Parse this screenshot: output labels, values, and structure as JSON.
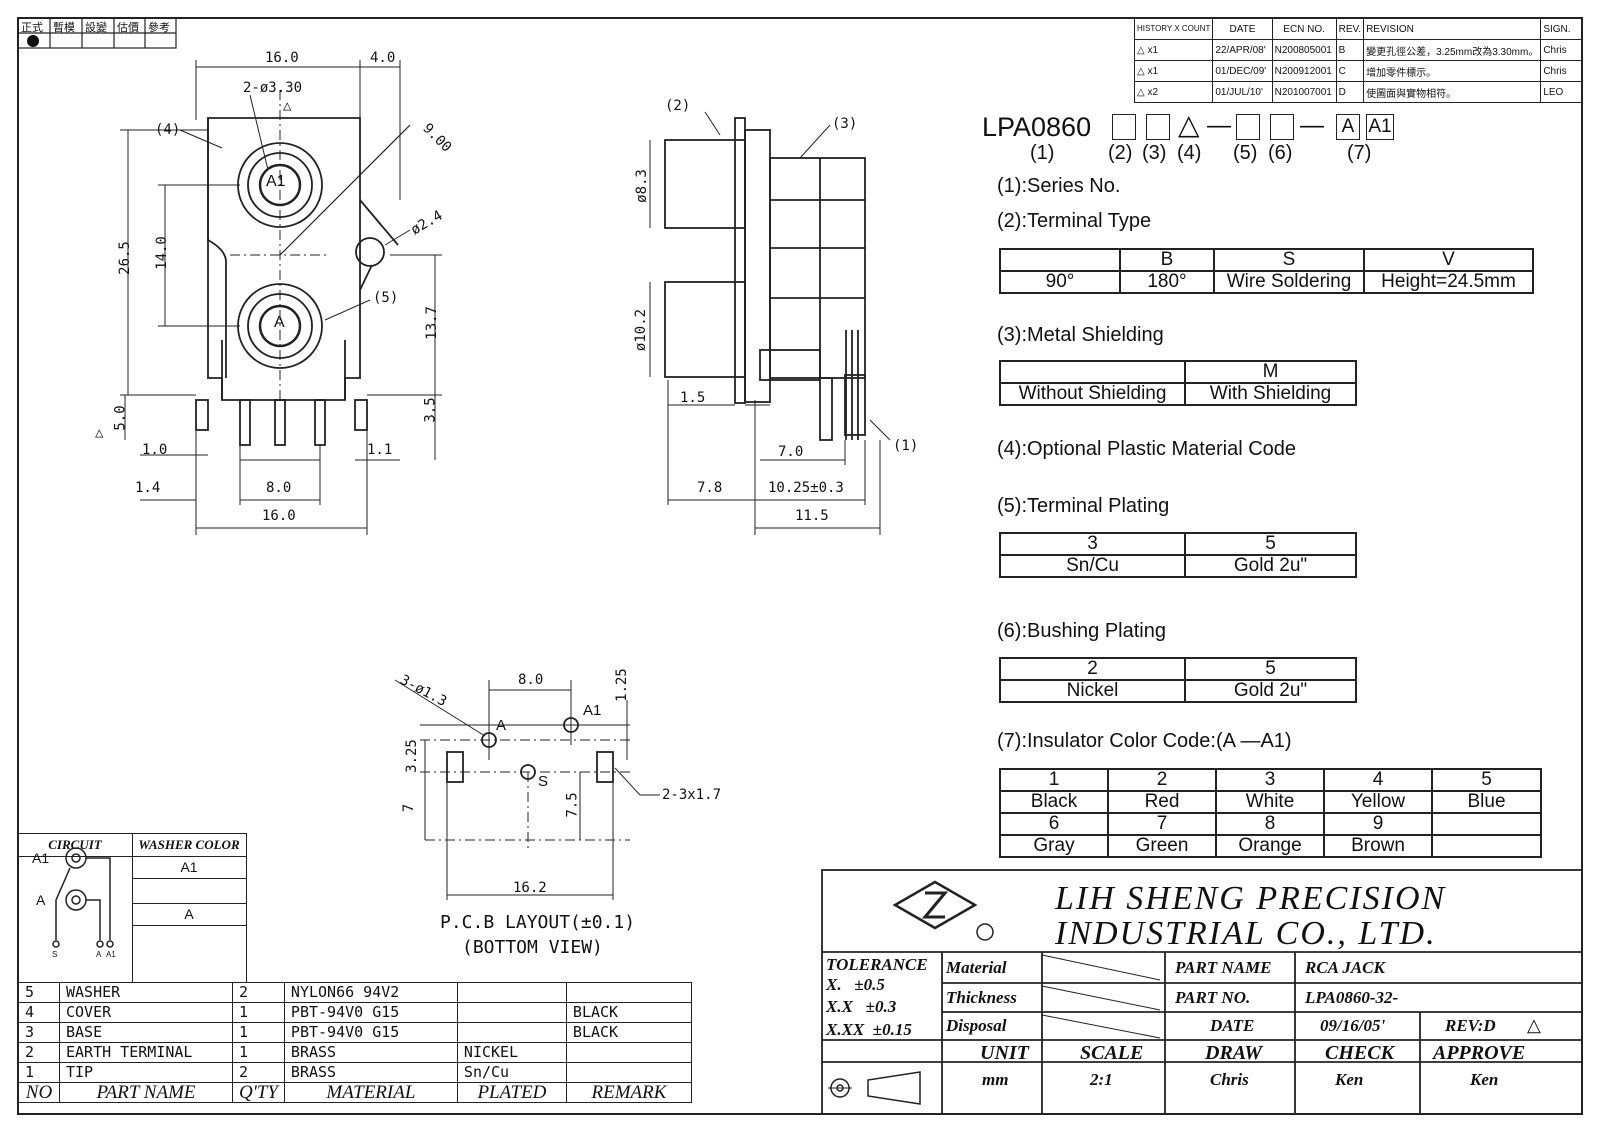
{
  "corner": {
    "cells": [
      "正式",
      "暫模",
      "設變",
      "估價",
      "參考"
    ]
  },
  "history": {
    "headers": [
      "HISTORY X COUNT",
      "DATE",
      "ECN NO.",
      "REV.",
      "REVISION",
      "SIGN."
    ],
    "rows": [
      {
        "count": "x1",
        "date": "22/APR/08'",
        "ecn": "N200805001",
        "rev": "B",
        "revision": "變更孔徑公差，3.25mm改為3.30mm。",
        "sign": "Chris"
      },
      {
        "count": "x1",
        "date": "01/DEC/09'",
        "ecn": "N200912001",
        "rev": "C",
        "revision": "增加零件標示。",
        "sign": "Chris"
      },
      {
        "count": "x2",
        "date": "01/JUL/10'",
        "ecn": "N201007001",
        "rev": "D",
        "revision": "使圖面與實物相符。",
        "sign": "LEO"
      }
    ]
  },
  "part_code": {
    "prefix": "LPA0860",
    "dash": "—",
    "fixed1": "A",
    "fixed2": "A1",
    "indices": [
      "(1)",
      "(2)",
      "(3)",
      "(4)",
      "(5)",
      "(6)",
      "(7)"
    ]
  },
  "spec": {
    "series": "(1):Series No.",
    "terminal_type": {
      "title": "(2):Terminal Type",
      "codes": [
        "",
        "B",
        "S",
        "V"
      ],
      "values": [
        "90°",
        "180°",
        "Wire Soldering",
        "Height=24.5mm"
      ]
    },
    "metal_shielding": {
      "title": "(3):Metal Shielding",
      "codes": [
        "",
        "M"
      ],
      "values": [
        "Without Shielding",
        "With Shielding"
      ]
    },
    "plastic": "(4):Optional Plastic Material Code",
    "terminal_plating": {
      "title": "(5):Terminal Plating",
      "codes": [
        "3",
        "5"
      ],
      "values": [
        "Sn/Cu",
        "Gold 2u\""
      ]
    },
    "bushing_plating": {
      "title": "(6):Bushing Plating",
      "codes": [
        "2",
        "5"
      ],
      "values": [
        "Nickel",
        "Gold 2u\""
      ]
    },
    "insulator": {
      "title": "(7):Insulator Color Code:(A —A1)",
      "row1_codes": [
        "1",
        "2",
        "3",
        "4",
        "5"
      ],
      "row1_values": [
        "Black",
        "Red",
        "White",
        "Yellow",
        "Blue"
      ],
      "row2_codes": [
        "6",
        "7",
        "8",
        "9",
        ""
      ],
      "row2_values": [
        "Gray",
        "Green",
        "Orange",
        "Brown",
        ""
      ]
    }
  },
  "front_view": {
    "dims": [
      "16.0",
      "4.0",
      "2-ø3.30",
      "9.00",
      "ø2.4",
      "26.5",
      "14.0",
      "13.7",
      "3.5",
      "5.0",
      "1.0",
      "1.1",
      "1.4",
      "8.0",
      "16.0"
    ],
    "callouts": [
      "(4)",
      "(5)"
    ],
    "jacks": [
      "A1",
      "A"
    ]
  },
  "side_view": {
    "dims": [
      "ø8.3",
      "ø10.2",
      "1.5",
      "7.0",
      "7.8",
      "10.25±0.3",
      "11.5"
    ],
    "callouts": [
      "(2)",
      "(3)",
      "(1)"
    ]
  },
  "pcb": {
    "dims": [
      "3-ø1.3",
      "8.0",
      "1.25",
      "3.25",
      "7",
      "7.5",
      "16.2",
      "2-3x1.7"
    ],
    "pins": [
      "A",
      "A1",
      "S"
    ],
    "title": "P.C.B LAYOUT(±0.1)",
    "subtitle": "(BOTTOM VIEW)"
  },
  "circuit": {
    "headers": [
      "CIRCUIT",
      "WASHER COLOR"
    ],
    "labels": [
      "A1",
      "A"
    ],
    "pin_labels": [
      "S",
      "A",
      "A1"
    ],
    "washer": [
      "A1",
      "A"
    ]
  },
  "bom": {
    "headers": [
      "NO",
      "PART NAME",
      "Q'TY",
      "MATERIAL",
      "PLATED",
      "REMARK"
    ],
    "rows": [
      [
        "5",
        "WASHER",
        "2",
        "NYLON66 94V2",
        "",
        ""
      ],
      [
        "4",
        "COVER",
        "1",
        "PBT-94V0 G15",
        "",
        "BLACK"
      ],
      [
        "3",
        "BASE",
        "1",
        "PBT-94V0 G15",
        "",
        "BLACK"
      ],
      [
        "2",
        "EARTH TERMINAL",
        "1",
        "BRASS",
        "NICKEL",
        ""
      ],
      [
        "1",
        "TIP",
        "2",
        "BRASS",
        "Sn/Cu",
        ""
      ]
    ]
  },
  "title_block": {
    "company1": "LIH SHENG PRECISION",
    "company2": "INDUSTRIAL CO., LTD.",
    "tolerance": [
      "TOLERANCE",
      "X.   ±0.5",
      "X.X   ±0.3",
      "X.XX  ±0.15"
    ],
    "material_label": "Material",
    "thickness_label": "Thickness",
    "disposal_label": "Disposal",
    "part_name_label": "PART NAME",
    "part_name": "RCA JACK",
    "part_no_label": "PART NO.",
    "part_no": "LPA0860-32-",
    "date_label": "DATE",
    "date": "09/16/05'",
    "rev": "REV:D",
    "footer_labels": [
      "UNIT",
      "SCALE",
      "DRAW",
      "CHECK",
      "APPROVE"
    ],
    "footer_values": [
      "mm",
      "2:1",
      "Chris",
      "Ken",
      "Ken"
    ]
  }
}
